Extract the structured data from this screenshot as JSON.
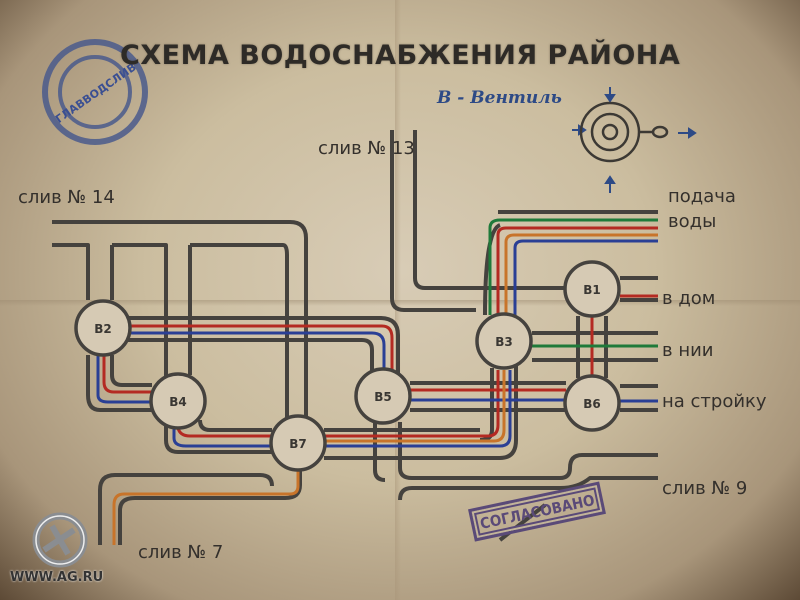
{
  "title": "СХЕМА ВОДОСНАБЖЕНИЯ РАЙОНА",
  "legend": "В - Вентиль",
  "stamp_text": "ГЛАВВОДСЛИВ",
  "approved_stamp": "СОГЛАСОВАНО",
  "labels": {
    "drain13": "слив № 13",
    "drain14": "слив № 14",
    "drain9": "слив № 9",
    "drain7": "слив № 7",
    "supply1": "подача",
    "supply2": "воды",
    "house": "в дом",
    "nii": "в нии",
    "site": "на стройку"
  },
  "valves": [
    {
      "id": "B1",
      "label": "В1"
    },
    {
      "id": "B2",
      "label": "В2"
    },
    {
      "id": "B3",
      "label": "В3"
    },
    {
      "id": "B4",
      "label": "В4"
    },
    {
      "id": "B5",
      "label": "В5"
    },
    {
      "id": "B6",
      "label": "В6"
    },
    {
      "id": "B7",
      "label": "В7"
    }
  ],
  "watermark": "WWW.AG.RU",
  "colors": {
    "pipe": "#45423e",
    "red": "#b42a22",
    "blue": "#2a3f95",
    "green": "#1f7a3a",
    "orange": "#c8742a",
    "ink": "#2d4a86"
  }
}
